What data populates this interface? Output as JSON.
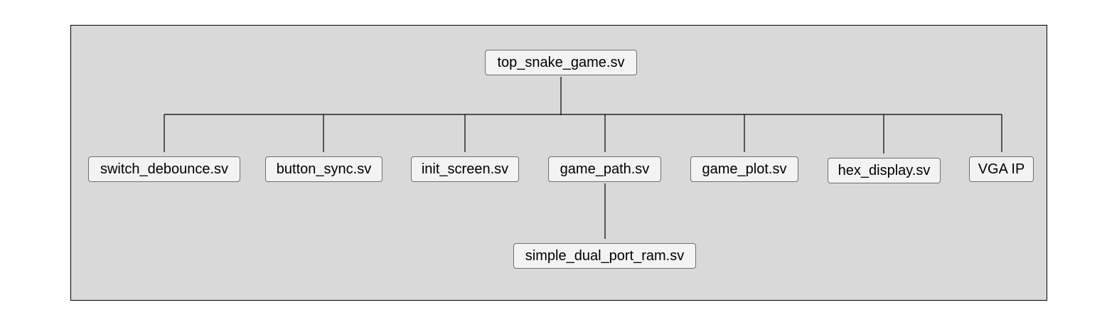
{
  "diagram": {
    "root": {
      "id": "top",
      "label": "top_snake_game.sv"
    },
    "children": [
      {
        "id": "switch_debounce",
        "label": "switch_debounce.sv"
      },
      {
        "id": "button_sync",
        "label": "button_sync.sv"
      },
      {
        "id": "init_screen",
        "label": "init_screen.sv"
      },
      {
        "id": "game_path",
        "label": "game_path.sv"
      },
      {
        "id": "game_plot",
        "label": "game_plot.sv"
      },
      {
        "id": "hex_display",
        "label": "hex_display.sv"
      },
      {
        "id": "vga_ip",
        "label": "VGA IP"
      }
    ],
    "grandchildren": [
      {
        "id": "simple_dual_port_ram",
        "parent": "game_path",
        "label": "simple_dual_port_ram.sv"
      }
    ],
    "colors": {
      "background": "#d9d9d9",
      "node_fill": "#f3f3f3",
      "node_border": "#6f6f6f",
      "line": "#000000"
    }
  }
}
